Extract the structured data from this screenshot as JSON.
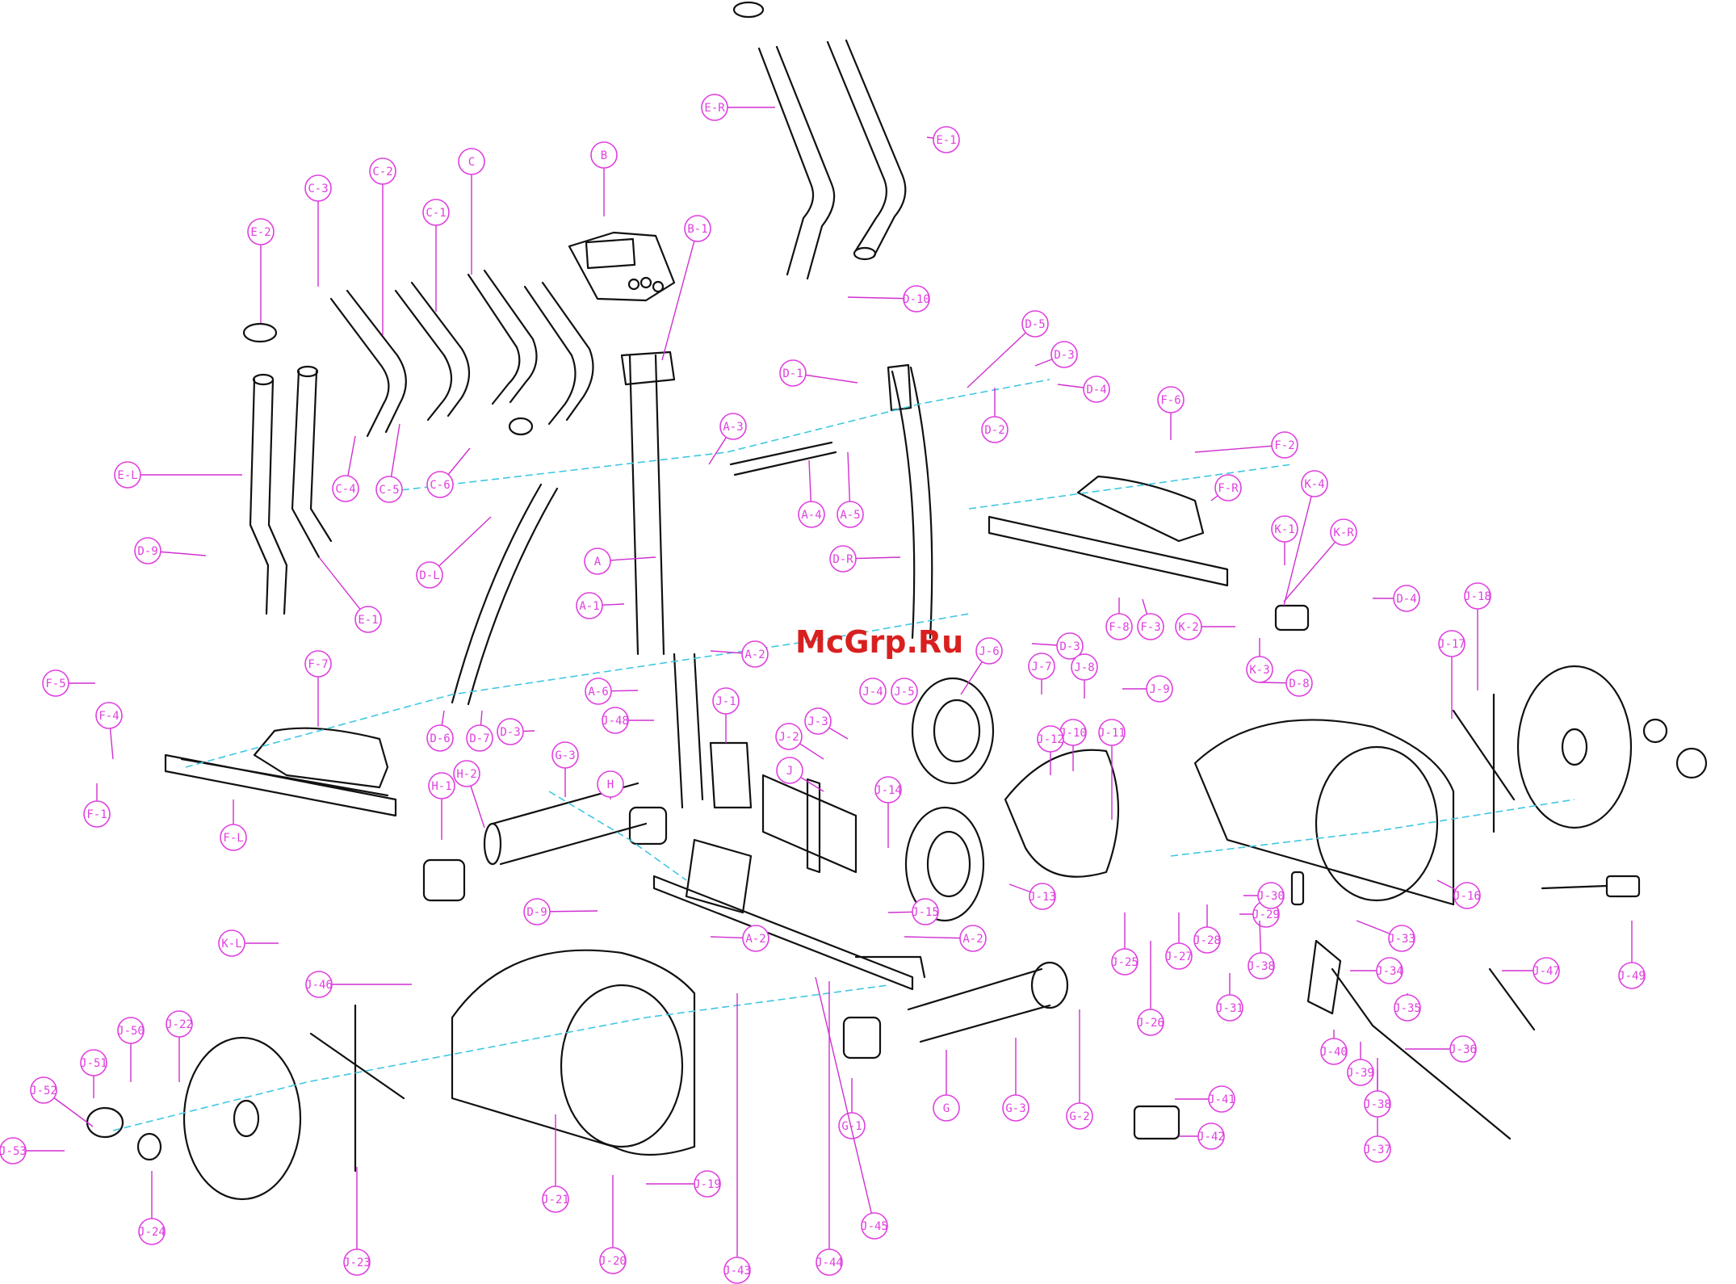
{
  "watermark": "McGrp.Ru",
  "colors": {
    "callout": "#e040e0",
    "leader": "#d030d0",
    "hidden_line": "#3fc8e0",
    "part_line": "#111111",
    "watermark": "#d92020"
  },
  "labels": [
    "A",
    "A-1",
    "A-2",
    "A-2",
    "A-2",
    "A-3",
    "A-4",
    "A-5",
    "A-6",
    "B",
    "B-1",
    "C",
    "C-1",
    "C-2",
    "C-3",
    "C-4",
    "C-5",
    "C-6",
    "D-1",
    "D-2",
    "D-3",
    "D-3",
    "D-3",
    "D-4",
    "D-4",
    "D-5",
    "D-6",
    "D-7",
    "D-8",
    "D-9",
    "D-9",
    "D-10",
    "D-L",
    "D-R",
    "E-1",
    "E-1",
    "E-2",
    "E-L",
    "E-R",
    "F-1",
    "F-2",
    "F-3",
    "F-4",
    "F-5",
    "F-6",
    "F-7",
    "F-8",
    "F-L",
    "F-R",
    "G",
    "G-1",
    "G-2",
    "G-3",
    "G-3",
    "H",
    "H-1",
    "H-2",
    "J",
    "J-1",
    "J-2",
    "J-3",
    "J-4",
    "J-5",
    "J-6",
    "J-7",
    "J-8",
    "J-9",
    "J-10",
    "J-11",
    "J-12",
    "J-13",
    "J-14",
    "J-15",
    "J-16",
    "J-17",
    "J-18",
    "J-19",
    "J-20",
    "J-21",
    "J-22",
    "J-23",
    "J-24",
    "J-25",
    "J-26",
    "J-27",
    "J-28",
    "J-29",
    "J-30",
    "J-31",
    "J-33",
    "J-34",
    "J-35",
    "J-36",
    "J-37",
    "J-38",
    "J-38",
    "J-39",
    "J-40",
    "J-41",
    "J-42",
    "J-43",
    "J-44",
    "J-45",
    "J-46",
    "J-47",
    "J-48",
    "J-49",
    "J-50",
    "J-51",
    "J-52",
    "J-53",
    "K-2",
    "K-3",
    "K-4",
    "K-L",
    "K-R",
    "K-1"
  ]
}
